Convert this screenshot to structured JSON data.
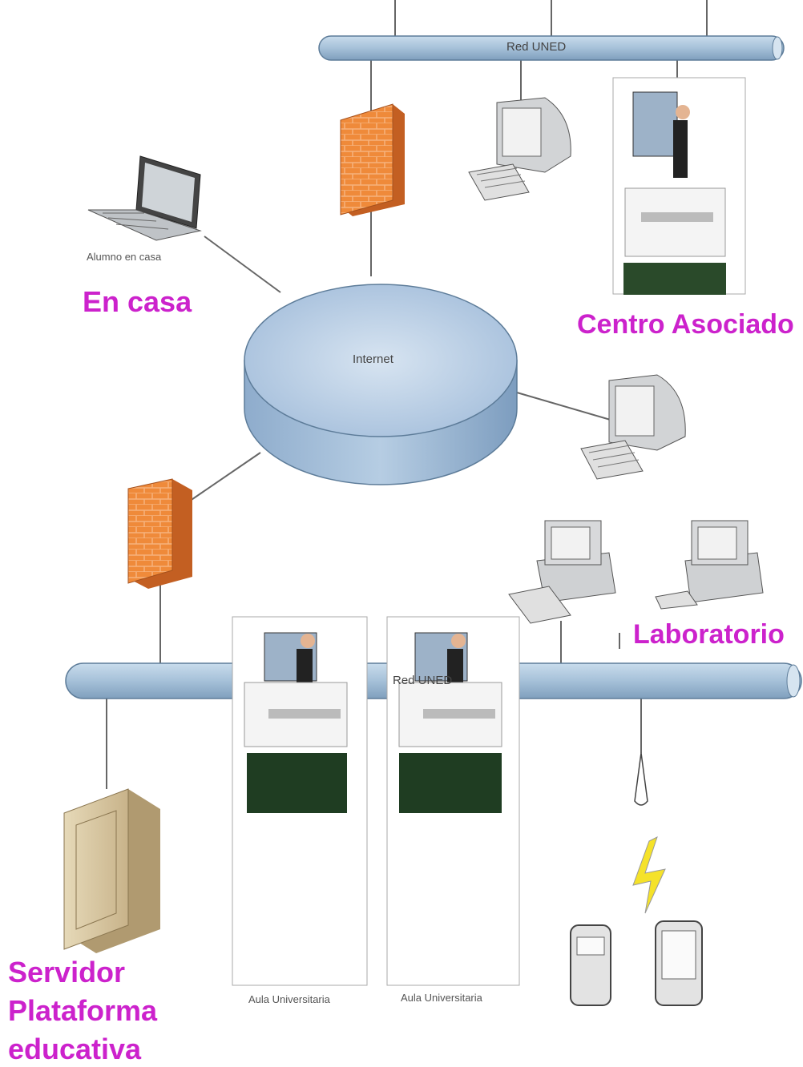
{
  "network": {
    "top_bus_label": "Red UNED",
    "bottom_bus_label": "Red UNED",
    "cloud_label": "Internet"
  },
  "labels": {
    "home_caption": "Alumno en casa",
    "home": "En casa",
    "center": "Centro Asociado",
    "lab": "Laboratorio",
    "server_line1": "Servidor",
    "server_line2": "Plataforma",
    "server_line3": "educativa",
    "classroom1": "Aula Universitaria",
    "classroom2": "Aula Universitaria"
  },
  "colors": {
    "accent": "#cc22cc",
    "bus": "#a9c4dc",
    "firewall": "#e8752e"
  }
}
